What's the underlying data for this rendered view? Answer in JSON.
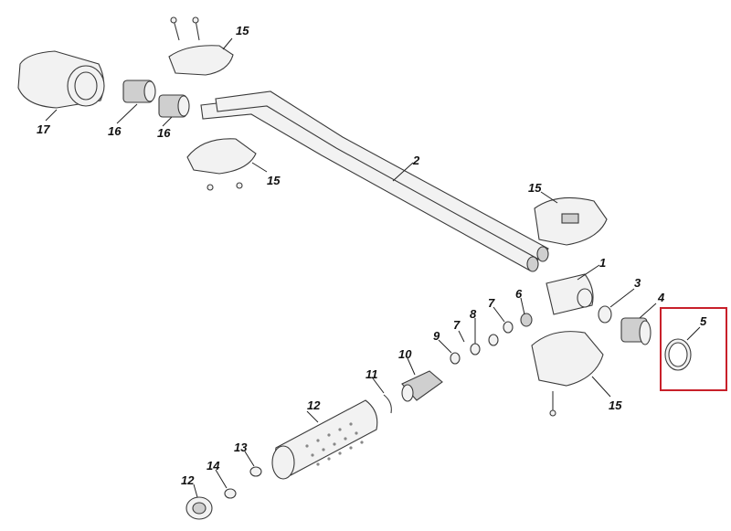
{
  "diagram": {
    "callouts": {
      "c1": "1",
      "c2": "2",
      "c3": "3",
      "c4": "4",
      "c5": "5",
      "c6": "6",
      "c7a": "7",
      "c7b": "7",
      "c8": "8",
      "c9": "9",
      "c10": "10",
      "c11": "11",
      "c12a": "12",
      "c12b": "12",
      "c13": "13",
      "c14": "14",
      "c15a": "15",
      "c15b": "15",
      "c15c": "15",
      "c15d": "15",
      "c16a": "16",
      "c16b": "16",
      "c17": "17"
    },
    "highlight_color": "#c8202a",
    "highlighted_part": "5"
  }
}
